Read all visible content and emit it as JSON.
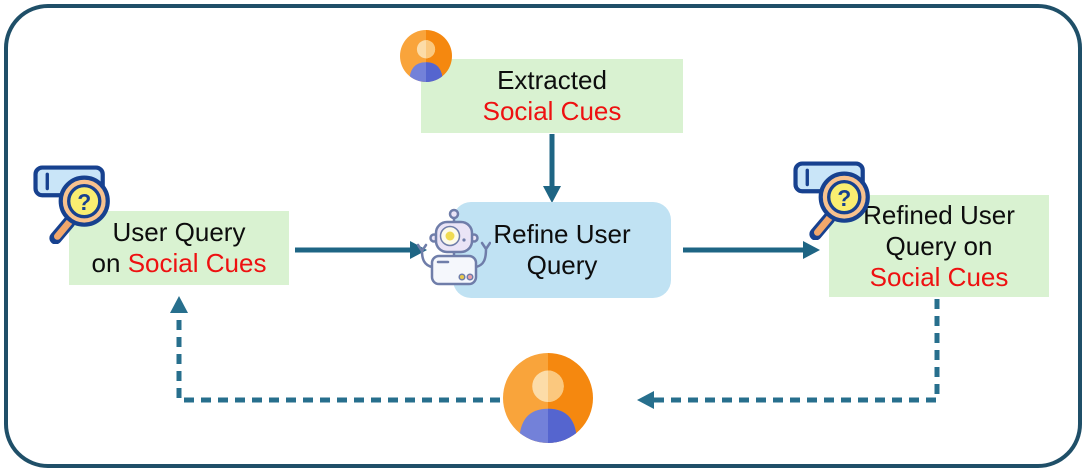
{
  "colors": {
    "outer_border": "#1F4F68",
    "box_green": "#D9F2D1",
    "box_blue": "#C0E2F3",
    "arrow_solid": "#1E6584",
    "arrow_dashed": "#276F8D",
    "highlight_red": "#EE1111",
    "text_black": "#0D0D0D",
    "avatar_orange": "#F5880F",
    "avatar_blue": "#5565CF",
    "magnifier_yellow": "#F9EE71"
  },
  "boxes": {
    "extracted": {
      "line1": "Extracted",
      "line2": "Social Cues"
    },
    "user_query": {
      "line1": "User Query",
      "line2_black": "on",
      "line2_red": "Social Cues"
    },
    "refine": {
      "line1": "Refine User",
      "line2": "Query"
    },
    "refined": {
      "line1": "Refined User",
      "line2": "Query on",
      "line3": "Social Cues"
    }
  },
  "icons": {
    "avatar_top": "user-avatar",
    "avatar_bottom": "user-avatar",
    "magnifier_left": "search-question-magnifier",
    "magnifier_right": "search-question-magnifier",
    "robot": "robot-assistant",
    "magnifier_question_glyph": "?"
  }
}
